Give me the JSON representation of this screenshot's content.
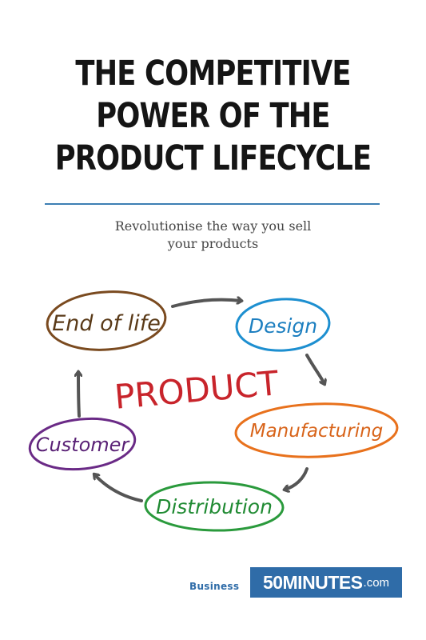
{
  "cover": {
    "title_lines": [
      "THE COMPETITIVE",
      "POWER OF THE",
      "PRODUCT LIFECYCLE"
    ],
    "subtitle_lines": [
      "Revolutionise the way you sell",
      "your products"
    ],
    "center_word": "PRODUCT",
    "stages": [
      {
        "label": "End of life",
        "color": "#7a4a1f"
      },
      {
        "label": "Design",
        "color": "#1d8fd0"
      },
      {
        "label": "Manufacturing",
        "color": "#e8711c"
      },
      {
        "label": "Distribution",
        "color": "#2a9a3c"
      },
      {
        "label": "Customer",
        "color": "#6a2a86"
      }
    ],
    "center_color": "#c8242b",
    "arrow_color": "#555555",
    "rule_color": "#3d7fb3"
  },
  "footer": {
    "category": "Business",
    "brand_main": "50MINUTES",
    "brand_tld": ".com",
    "brand_color": "#2f6ca8"
  }
}
